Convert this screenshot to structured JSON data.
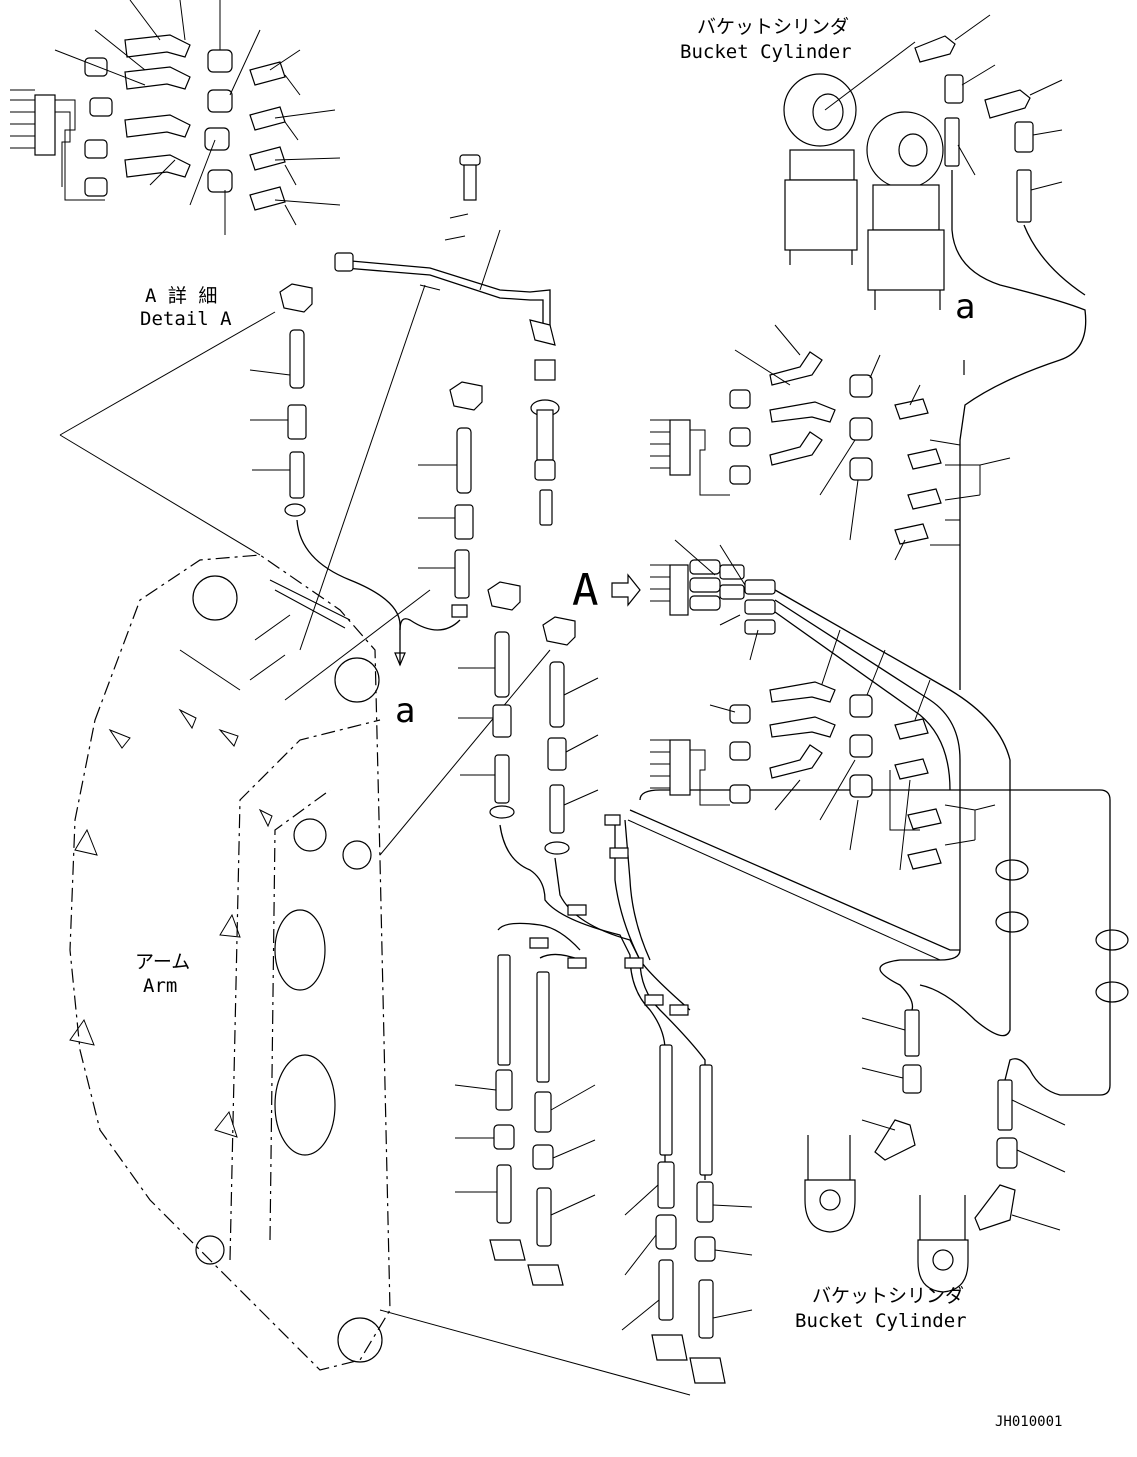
{
  "labels": {
    "bucket_cylinder_top_jp": "バケットシリンダ",
    "bucket_cylinder_top_en": "Bucket Cylinder",
    "bucket_cylinder_bottom_jp": "バケットシリンダ",
    "bucket_cylinder_bottom_en": "Bucket Cylinder",
    "detail_a_jp": "A 詳 細",
    "detail_a_en": "Detail A",
    "arm_jp": "アーム",
    "arm_en": "Arm",
    "marker_a_big": "A",
    "marker_a_small_1": "a",
    "marker_a_small_2": "a",
    "drawing_code": "JH010001"
  }
}
